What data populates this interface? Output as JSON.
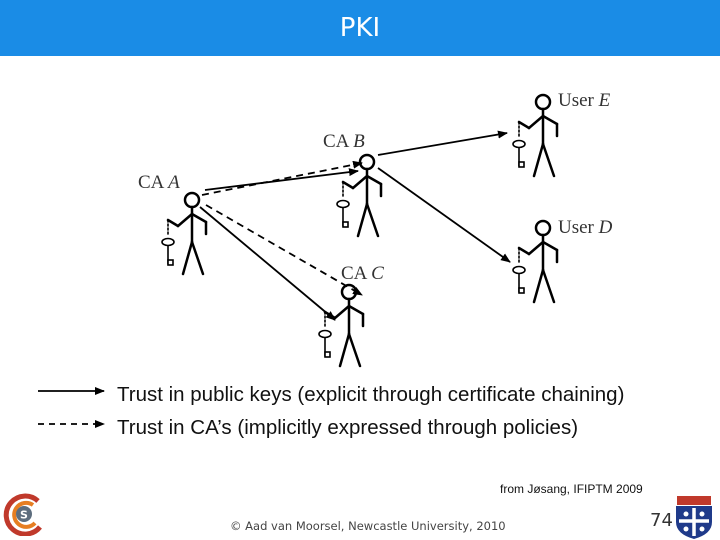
{
  "slide": {
    "title": "PKI",
    "credit": "from Jøsang, IFIPTM 2009",
    "footer": "© Aad van Moorsel, Newcastle University, 2010",
    "page_number": "74",
    "title_bar_color": "#1a8ce6"
  },
  "diagram": {
    "nodes": [
      {
        "id": "ca-a",
        "label_prefix": "CA",
        "label_var": "A"
      },
      {
        "id": "ca-b",
        "label_prefix": "CA",
        "label_var": "B"
      },
      {
        "id": "ca-c",
        "label_prefix": "CA",
        "label_var": "C"
      },
      {
        "id": "user-d",
        "label_prefix": "User",
        "label_var": "D"
      },
      {
        "id": "user-e",
        "label_prefix": "User",
        "label_var": "E"
      }
    ],
    "legend": [
      {
        "style": "solid",
        "text": "Trust in public keys  (explicit through certificate chaining)"
      },
      {
        "style": "dashed",
        "text": "Trust in CA’s (implicitly expressed through policies)"
      }
    ]
  },
  "logos": {
    "left": "university-s-logo",
    "right": "newcastle-crest-logo"
  }
}
